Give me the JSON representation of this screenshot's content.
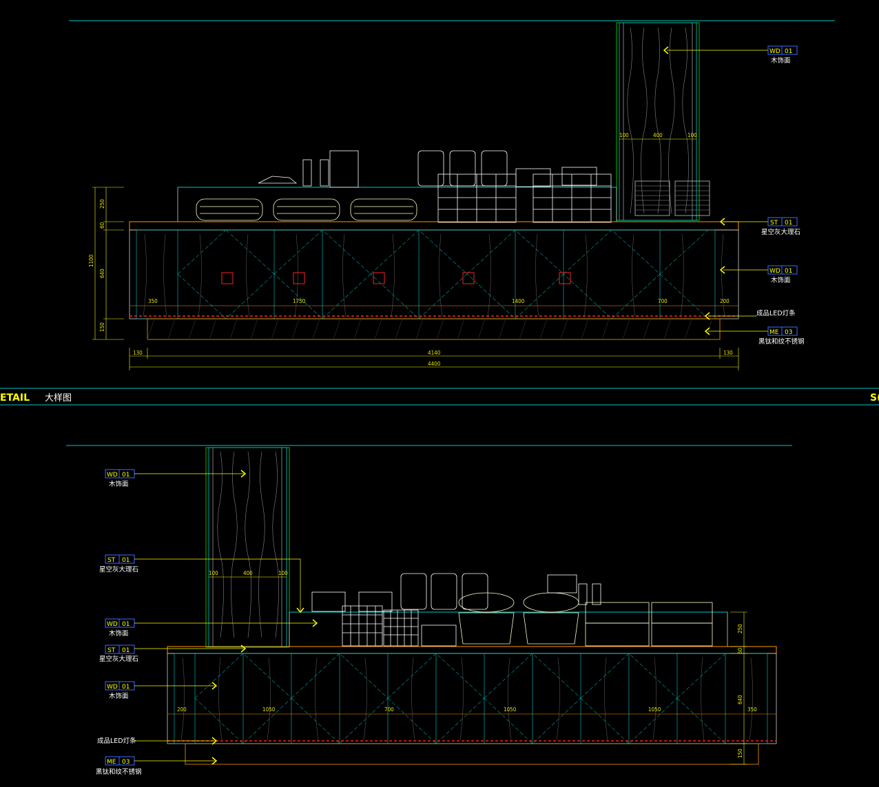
{
  "section_title": {
    "en": "ETAIL",
    "cn": "大样图",
    "right_fragment": "S("
  },
  "top_elevation": {
    "tags": [
      {
        "code": "WD",
        "num": "01",
        "desc": "木饰面"
      },
      {
        "code": "ST",
        "num": "01",
        "desc": "星空灰大理石"
      },
      {
        "code": "WD",
        "num": "01",
        "desc": "木饰面"
      },
      {
        "code": "",
        "num": "",
        "desc": "成品LED灯条"
      },
      {
        "code": "ME",
        "num": "03",
        "desc": "黑钛和纹不锈钢"
      }
    ],
    "column_dims": [
      "100",
      "400",
      "100"
    ],
    "vertical_dims": [
      "250",
      "60",
      "640",
      "150",
      "1100"
    ],
    "segment_dims": [
      "350",
      "1750",
      "1400",
      "700",
      "200"
    ],
    "base_dims": [
      "130",
      "4140",
      "130"
    ],
    "total_dim": "4400"
  },
  "bottom_elevation": {
    "tags": [
      {
        "code": "WD",
        "num": "01",
        "desc": "木饰面"
      },
      {
        "code": "ST",
        "num": "01",
        "desc": "星空灰大理石"
      },
      {
        "code": "WD",
        "num": "01",
        "desc": "木饰面"
      },
      {
        "code": "ST",
        "num": "01",
        "desc": "星空灰大理石"
      },
      {
        "code": "WD",
        "num": "01",
        "desc": "木饰面"
      },
      {
        "code": "",
        "num": "",
        "desc": "成品LED灯条"
      },
      {
        "code": "ME",
        "num": "03",
        "desc": "黑钛和纹不锈钢"
      }
    ],
    "column_dims": [
      "100",
      "400",
      "100"
    ],
    "vertical_dims": [
      "250",
      "60",
      "640",
      "150"
    ],
    "segment_dims": [
      "200",
      "1050",
      "700",
      "1050",
      "1050",
      "350"
    ]
  },
  "colors": {
    "background": "#000000",
    "cyan": "#00c8c8",
    "yellow": "#ffff00",
    "orange": "#ff9900",
    "white": "#ffffff",
    "red": "#ff2020",
    "tag_box": "#3a6cff"
  }
}
